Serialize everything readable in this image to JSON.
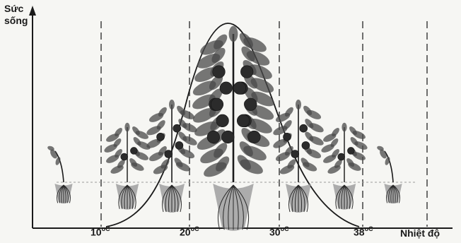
{
  "diagram": {
    "y_axis_label": [
      "Sức",
      "sống"
    ],
    "x_axis_label": "Nhiệt độ",
    "temperature_ticks": [
      {
        "value": "10",
        "unit": "oC"
      },
      {
        "value": "20",
        "unit": "oC"
      },
      {
        "value": "30",
        "unit": "oC"
      },
      {
        "value": "38",
        "unit": "oC"
      }
    ],
    "plants": [
      {
        "stage": "wilted"
      },
      {
        "stage": "small"
      },
      {
        "stage": "medium"
      },
      {
        "stage": "large-fruiting"
      },
      {
        "stage": "medium"
      },
      {
        "stage": "small"
      },
      {
        "stage": "wilted"
      }
    ],
    "colors": {
      "background": "#f6f6f3",
      "ink": "#1a1a1a",
      "foliage": "#4a4a4a",
      "fruit": "#2b2b2b"
    }
  }
}
